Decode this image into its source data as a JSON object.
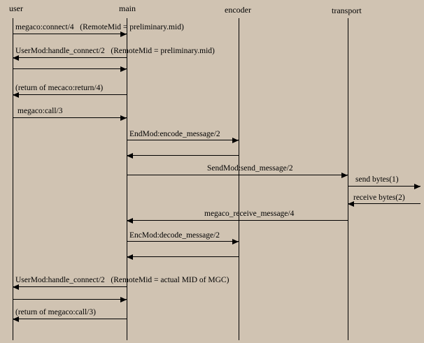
{
  "diagram": {
    "type": "sequence-diagram",
    "background_color": "#d0c3b2",
    "line_color": "#000000",
    "lifelines": [
      {
        "label": "user"
      },
      {
        "label": "main"
      },
      {
        "label": "encoder"
      },
      {
        "label": "transport"
      }
    ],
    "messages": [
      {
        "label": "megaco:connect/4   (RemoteMid = preliminary.mid)",
        "from": "user",
        "to": "main",
        "direction": "right"
      },
      {
        "label": "UserMod:handle_connect/2   (RemoteMid = preliminary.mid)",
        "from": "main",
        "to": "user",
        "direction": "left"
      },
      {
        "label": "",
        "from": "user",
        "to": "main",
        "direction": "right"
      },
      {
        "label": "(return of mecaco:return/4)",
        "from": "main",
        "to": "user",
        "direction": "left"
      },
      {
        "label": "megaco:call/3",
        "from": "user",
        "to": "main",
        "direction": "right"
      },
      {
        "label": "EndMod:encode_message/2",
        "from": "main",
        "to": "encoder",
        "direction": "right"
      },
      {
        "label": "",
        "from": "encoder",
        "to": "main",
        "direction": "left"
      },
      {
        "label": "SendMod:send_message/2",
        "from": "main",
        "to": "transport",
        "direction": "right"
      },
      {
        "label": "send bytes(1)",
        "from": "transport",
        "to": "right-edge",
        "direction": "right"
      },
      {
        "label": "receive bytes(2)",
        "from": "right-edge",
        "to": "transport",
        "direction": "left"
      },
      {
        "label": "megaco_receive_message/4",
        "from": "transport",
        "to": "main",
        "direction": "left"
      },
      {
        "label": "EncMod:decode_message/2",
        "from": "main",
        "to": "encoder",
        "direction": "right"
      },
      {
        "label": "",
        "from": "encoder",
        "to": "main",
        "direction": "left"
      },
      {
        "label": "UserMod:handle_connect/2   (RemoteMid = actual MID of MGC)",
        "from": "main",
        "to": "user",
        "direction": "left"
      },
      {
        "label": "",
        "from": "user",
        "to": "main",
        "direction": "right"
      },
      {
        "label": "(return of megaco:call/3)",
        "from": "main",
        "to": "user",
        "direction": "left"
      }
    ]
  }
}
